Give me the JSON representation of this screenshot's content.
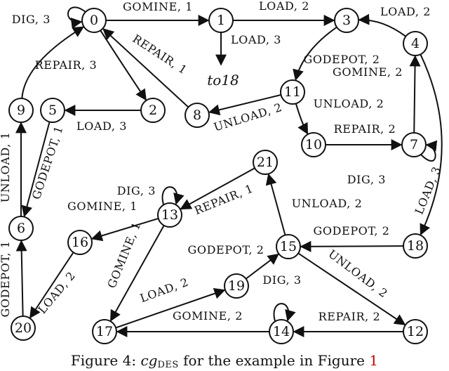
{
  "caption": {
    "prefix": "Figure 4: ",
    "symbol": "cg",
    "symbol_sub": "DES",
    "middle": " for the example in Figure ",
    "ref": "1"
  },
  "nodes": [
    "0",
    "1",
    "2",
    "3",
    "4",
    "5",
    "6",
    "7",
    "8",
    "9",
    "10",
    "11",
    "12",
    "13",
    "14",
    "15",
    "16",
    "17",
    "18",
    "19",
    "20",
    "21"
  ],
  "dangling_target": "to18",
  "edges": [
    {
      "from": "0",
      "to": "0",
      "label": "DIG, 3"
    },
    {
      "from": "0",
      "to": "1",
      "label": "GOMINE, 1"
    },
    {
      "from": "1",
      "to": "to18",
      "label": "LOAD, 3"
    },
    {
      "from": "1",
      "to": "3",
      "label": "LOAD, 2"
    },
    {
      "from": "4",
      "to": "3",
      "label": "LOAD, 2"
    },
    {
      "from": "3",
      "to": "11",
      "label": "GODEPOT, 2"
    },
    {
      "from": "8",
      "to": "0",
      "label": "REPAIR, 1"
    },
    {
      "from": "0",
      "to": "2",
      "label": ""
    },
    {
      "from": "9",
      "to": "0",
      "label": "REPAIR, 3"
    },
    {
      "from": "2",
      "to": "5",
      "label": "LOAD, 3"
    },
    {
      "from": "11",
      "to": "8",
      "label": "UNLOAD, 2"
    },
    {
      "from": "11",
      "to": "10",
      "label": "UNLOAD, 2"
    },
    {
      "from": "7",
      "to": "4",
      "label": "GOMINE, 2"
    },
    {
      "from": "10",
      "to": "7",
      "label": "REPAIR, 2"
    },
    {
      "from": "7",
      "to": "7",
      "label": "DIG, 3"
    },
    {
      "from": "4",
      "to": "18",
      "label": "LOAD, 3"
    },
    {
      "from": "6",
      "to": "9",
      "label": "UNLOAD, 1"
    },
    {
      "from": "5",
      "to": "6",
      "label": "GODEPOT, 1"
    },
    {
      "from": "20",
      "to": "6",
      "label": "GODEPOT, 1"
    },
    {
      "from": "21",
      "to": "13",
      "label": "REPAIR, 1"
    },
    {
      "from": "13",
      "to": "13",
      "label": "DIG, 3"
    },
    {
      "from": "13",
      "to": "16",
      "label": "GOMINE, 1"
    },
    {
      "from": "15",
      "to": "21",
      "label": "UNLOAD, 2"
    },
    {
      "from": "18",
      "to": "15",
      "label": "GODEPOT, 2"
    },
    {
      "from": "16",
      "to": "20",
      "label": "LOAD, 2"
    },
    {
      "from": "13",
      "to": "17",
      "label": "GOMINE, 1"
    },
    {
      "from": "17",
      "to": "19",
      "label": "LOAD, 2"
    },
    {
      "from": "19",
      "to": "15",
      "label": "GODEPOT, 2"
    },
    {
      "from": "15",
      "to": "12",
      "label": "UNLOAD, 2"
    },
    {
      "from": "14",
      "to": "17",
      "label": "GOMINE, 2"
    },
    {
      "from": "12",
      "to": "14",
      "label": "REPAIR, 2"
    },
    {
      "from": "14",
      "to": "14",
      "label": "DIG, 3"
    }
  ]
}
